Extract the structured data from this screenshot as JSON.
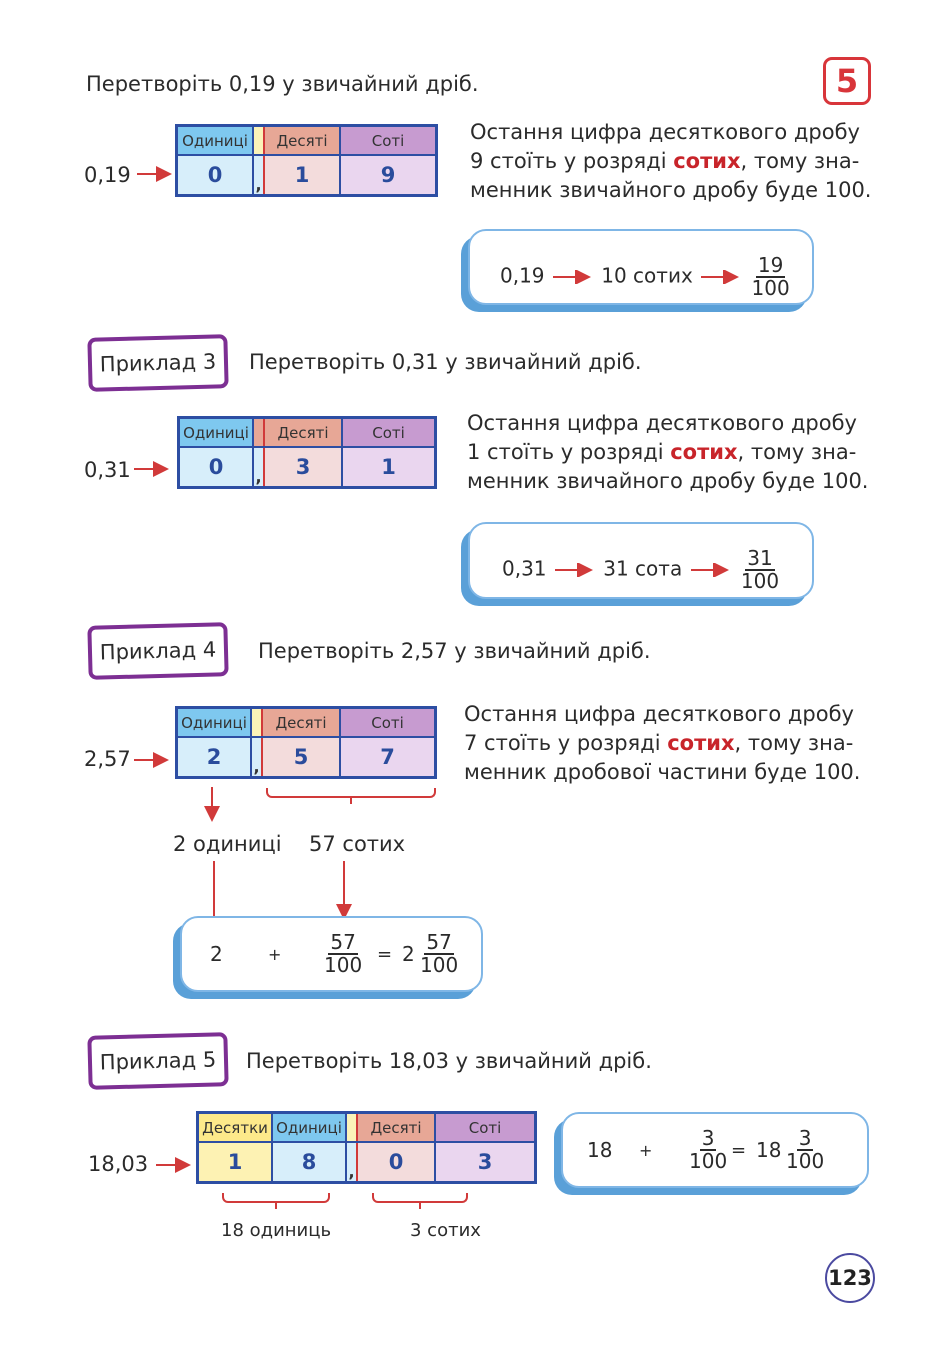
{
  "chapter": "5",
  "page_number": "123",
  "ex2": {
    "task": "Перетворіть 0,19 у звичайний дріб.",
    "number": "0,19",
    "headers": [
      "Одиниці",
      "Десяті",
      "Соті"
    ],
    "digits": [
      "0",
      "1",
      "9"
    ],
    "comma": ",",
    "explanation": [
      "Остання цифра десяткового дробу",
      "9 стоїть у розряді ",
      "сотих",
      ", тому зна-",
      "менник звичайного дробу буде 100."
    ],
    "result": {
      "from": "0,19",
      "middle": "10 сотих",
      "num": "19",
      "den": "100"
    }
  },
  "ex3": {
    "label": "Приклад 3",
    "task": "Перетворіть 0,31 у звичайний дріб.",
    "number": "0,31",
    "headers": [
      "Одиниці",
      "Десяті",
      "Соті"
    ],
    "digits": [
      "0",
      "3",
      "1"
    ],
    "comma": ",",
    "explanation": [
      "Остання цифра десяткового дробу",
      "1 стоїть у розряді ",
      "сотих",
      ", тому зна-",
      "менник звичайного дробу буде 100."
    ],
    "result": {
      "from": "0,31",
      "middle": "31 сота",
      "num": "31",
      "den": "100"
    }
  },
  "ex4": {
    "label": "Приклад 4",
    "task": "Перетворіть 2,57 у звичайний дріб.",
    "number": "2,57",
    "headers": [
      "Одиниці",
      "Десяті",
      "Соті"
    ],
    "digits": [
      "2",
      "5",
      "7"
    ],
    "comma": ",",
    "explanation": [
      "Остання цифра десяткового дробу",
      "7 стоїть у розряді ",
      "сотих",
      ", тому зна-",
      "менник дробової частини буде 100."
    ],
    "part_ones": "2 одиниці",
    "part_hund": "57 сотих",
    "result": {
      "whole": "2",
      "plus": "+",
      "num": "57",
      "den": "100",
      "eq": "=",
      "mixed_whole": "2",
      "mixed_num": "57",
      "mixed_den": "100"
    }
  },
  "ex5": {
    "label": "Приклад 5",
    "task": "Перетворіть 18,03 у звичайний дріб.",
    "number": "18,03",
    "headers": [
      "Десятки",
      "Одиниці",
      "Десяті",
      "Соті"
    ],
    "digits": [
      "1",
      "8",
      "0",
      "3"
    ],
    "comma": ",",
    "brace_left": "18 одиниць",
    "brace_right": "3 сотих",
    "result": {
      "whole": "18",
      "plus": "+",
      "num": "3",
      "den": "100",
      "eq": "=",
      "mixed_whole": "18",
      "mixed_num": "3",
      "mixed_den": "100"
    }
  },
  "colors": {
    "red": "#c8242a",
    "blue": "#2d4ea3",
    "purple": "#7d2f93"
  },
  "icons": [
    "arrow-right-icon",
    "arrow-down-icon"
  ]
}
